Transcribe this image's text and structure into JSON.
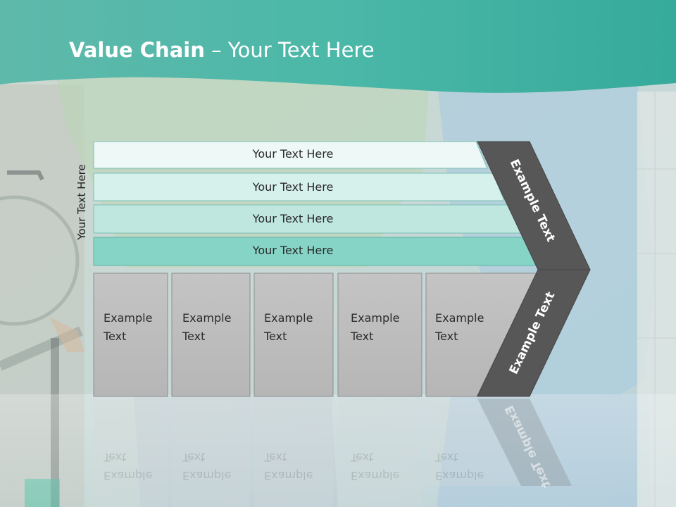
{
  "slide": {
    "title_bold": "Value Chain",
    "title_rest": " – Your Text Here",
    "side_label": "Your Text Here",
    "rows": [
      {
        "label": "Your Text Here"
      },
      {
        "label": "Your Text Here"
      },
      {
        "label": "Your Text Here"
      },
      {
        "label": "Your Text Here"
      }
    ],
    "boxes": [
      {
        "line1": "Example",
        "line2": "Text"
      },
      {
        "line1": "Example",
        "line2": "Text"
      },
      {
        "line1": "Example",
        "line2": "Text"
      },
      {
        "line1": "Example",
        "line2": "Text"
      },
      {
        "line1": "Example",
        "line2": "Text"
      }
    ],
    "chevron_top_label": "Example Text",
    "chevron_bottom_label": "Example Text"
  },
  "colors": {
    "header_teal": "#45b5a4",
    "row_1": "#edf8f7",
    "row_2": "#d6f0ec",
    "row_3": "#bfe7e0",
    "row_4": "#86d4c6",
    "box_gray": "#bdbdbd",
    "chevron_dark": "#575757"
  }
}
